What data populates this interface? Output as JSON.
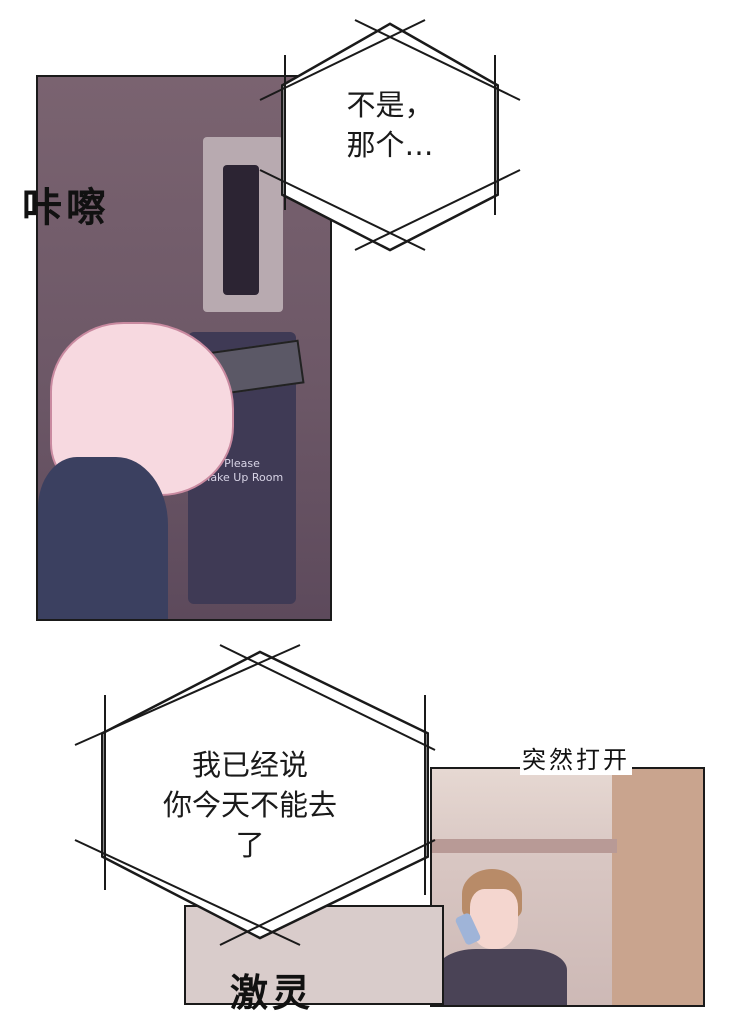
{
  "bubbles": [
    {
      "lines": [
        "不是，",
        "那个…"
      ]
    },
    {
      "lines": [
        "我已经说",
        "你今天不能去",
        "了"
      ]
    }
  ],
  "sound_effects": {
    "click": "咔嚓",
    "sudden_open": "突然打开",
    "shiver": "激灵"
  },
  "door_sign": {
    "line1": "Please",
    "line2": "Make Up Room"
  },
  "colors": {
    "door": "#6d5867",
    "sign": "#3f3a55",
    "room": "#d8c6c2",
    "frame": "#1a1a1a"
  }
}
